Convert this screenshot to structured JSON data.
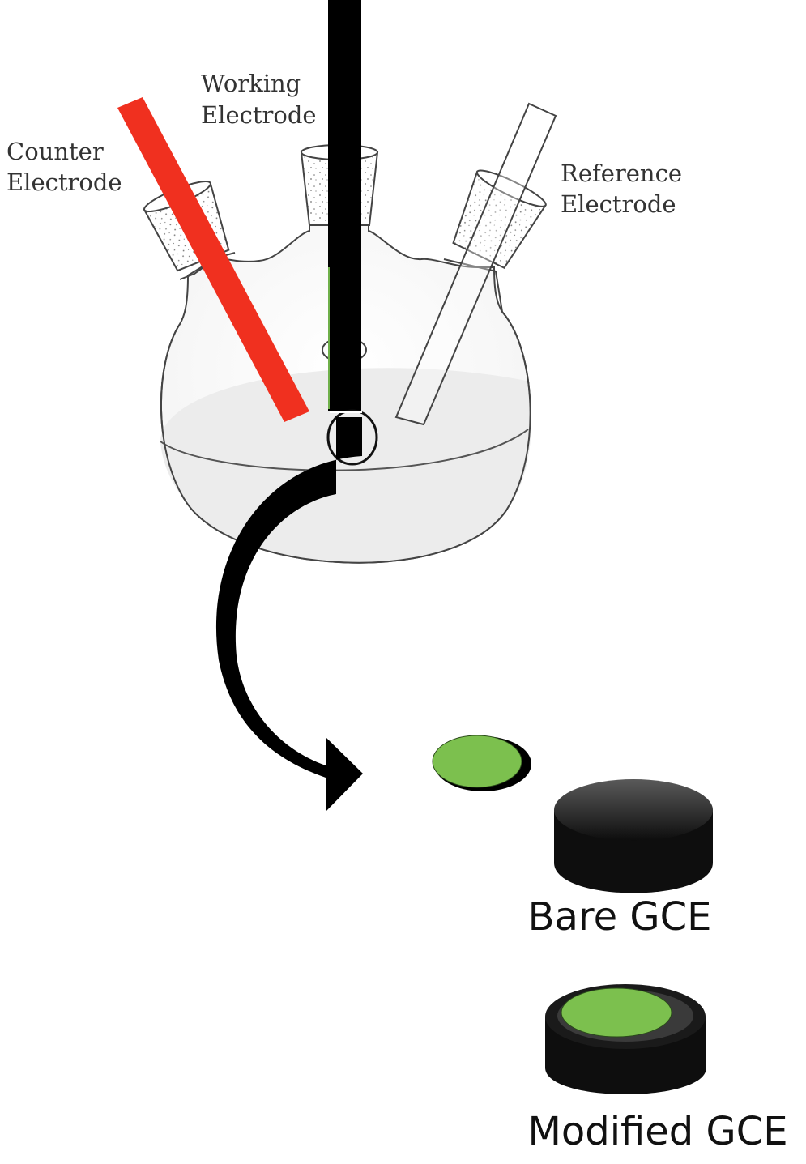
{
  "labels": {
    "counter": [
      "Counter",
      "Electrode"
    ],
    "working": [
      "Working",
      "Electrode"
    ],
    "reference": [
      "Reference",
      "Electrode"
    ],
    "bare": "Bare GCE",
    "modified": "Modified GCE"
  },
  "colors": {
    "counter_electrode": "#f0301f",
    "working_electrode": "#000000",
    "film": "#7cc04e",
    "electrode_body": "#111111",
    "solution": "#eeeeee",
    "outline": "#444444"
  }
}
